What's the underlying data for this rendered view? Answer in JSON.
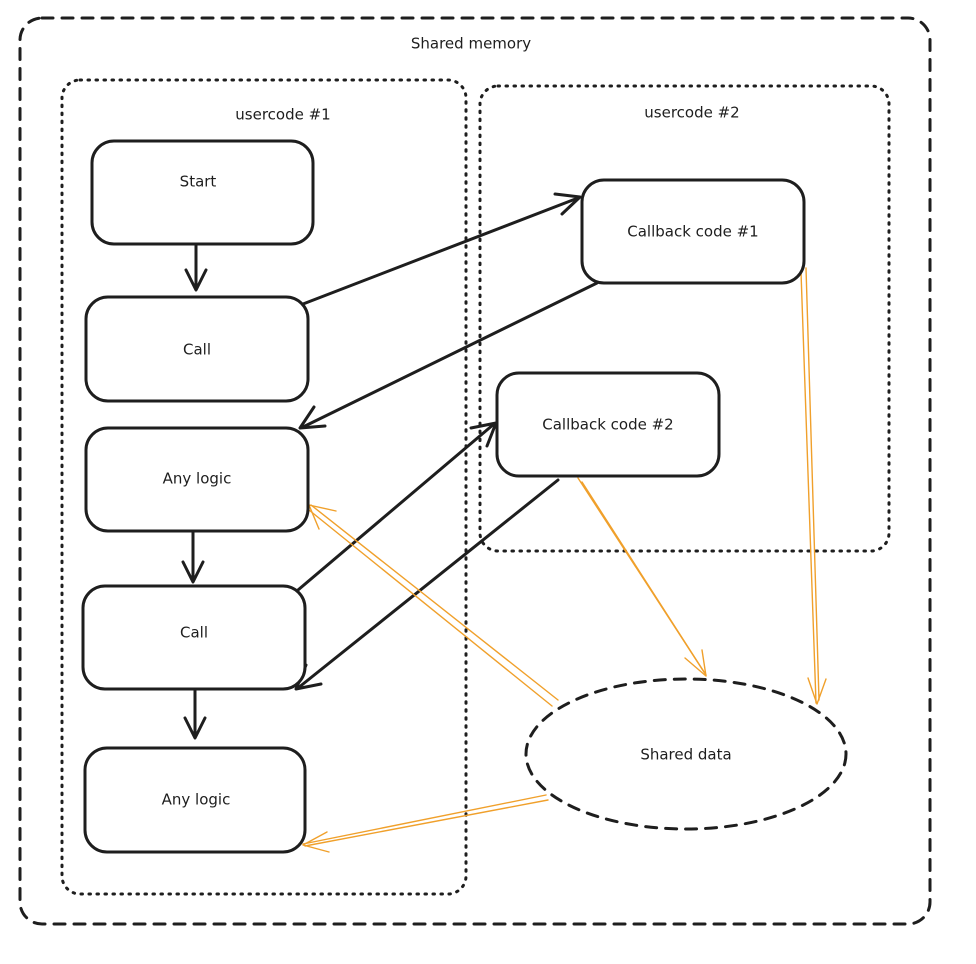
{
  "containers": {
    "shared_memory": "Shared memory",
    "usercode_1": "usercode #1",
    "usercode_2": "usercode #2"
  },
  "nodes": {
    "start": "Start",
    "call_1": "Call",
    "any_logic_1": "Any logic",
    "call_2": "Call",
    "any_logic_2": "Any logic",
    "callback_1": "Callback code #1",
    "callback_2": "Callback code #2",
    "shared_data": "Shared data"
  },
  "colors": {
    "stroke": "#1e1e1e",
    "shared_data_link": "#f0a02b"
  }
}
